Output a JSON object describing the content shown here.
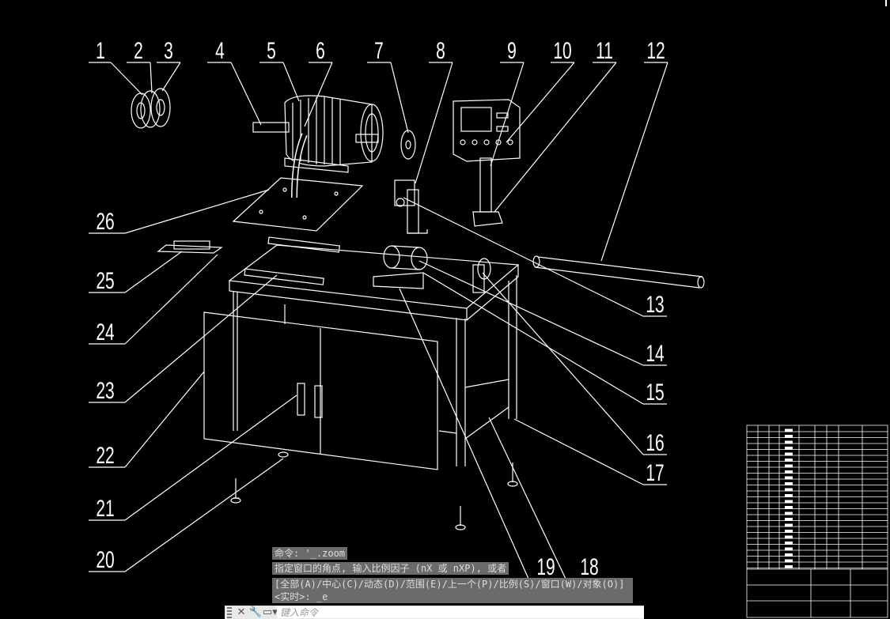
{
  "drawing": {
    "balloons": [
      "1",
      "2",
      "3",
      "4",
      "5",
      "6",
      "7",
      "8",
      "9",
      "10",
      "11",
      "12",
      "13",
      "14",
      "15",
      "16",
      "17",
      "18",
      "19",
      "20",
      "21",
      "22",
      "23",
      "24",
      "25",
      "26"
    ],
    "line_color": "#ffffff",
    "background": "#000000"
  },
  "command_line": {
    "history": [
      "命令: '_.zoom",
      "指定窗口的角点, 输入比例因子 (nX 或 nXP), 或者",
      "[全部(A)/中心(C)/动态(D)/范围(E)/上一个(P)/比例(S)/窗口(W)/对象(O)]",
      "<实时>: _e"
    ],
    "input_placeholder": "键入命令",
    "icons": [
      "close-icon",
      "wrench-icon",
      "command-history-icon"
    ]
  }
}
